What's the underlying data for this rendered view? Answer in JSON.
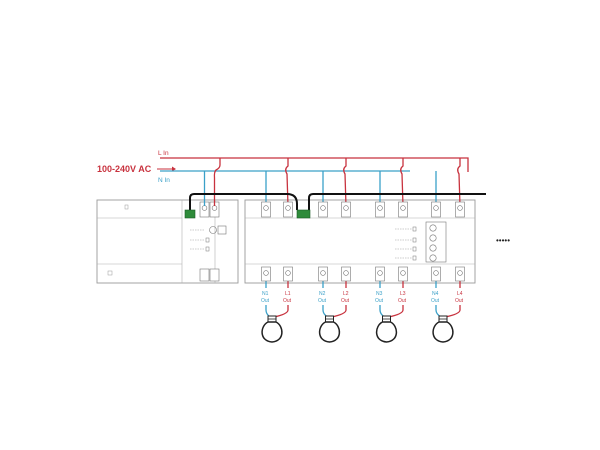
{
  "supply": {
    "voltage_label": "100-240V AC",
    "line_label": "L In",
    "neutral_label": "N In"
  },
  "outputs": [
    {
      "n_label": "N1",
      "n_sub": "Out",
      "l_label": "L1",
      "l_sub": "Out"
    },
    {
      "n_label": "N2",
      "n_sub": "Out",
      "l_label": "L2",
      "l_sub": "Out"
    },
    {
      "n_label": "N3",
      "n_sub": "Out",
      "l_label": "L3",
      "l_sub": "Out"
    },
    {
      "n_label": "N4",
      "n_sub": "Out",
      "l_label": "L4",
      "l_sub": "Out"
    }
  ],
  "continuation": "•••••",
  "colors": {
    "line": "#c8323e",
    "neutral": "#3aa0c8",
    "bus": "#111111",
    "connector": "#2e8b3a",
    "outline": "#9a9a9a"
  }
}
